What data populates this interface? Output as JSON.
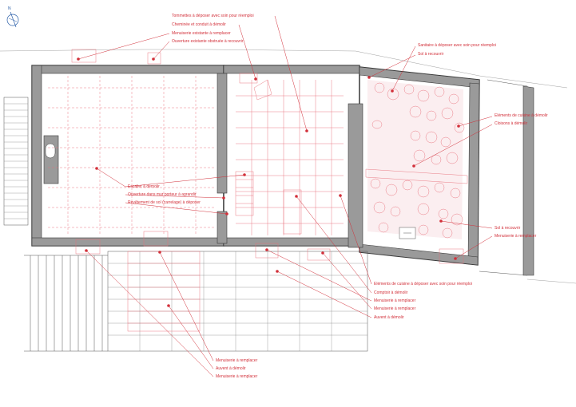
{
  "north": {
    "label": "N",
    "icon": "north-arrow-icon"
  },
  "annotations": {
    "top": [
      {
        "id": "tommettes",
        "text": "Tommettes à déposer avec soin pour réemploi"
      },
      {
        "id": "cheminee",
        "text": "Cheminée et conduit à démolir"
      },
      {
        "id": "menuiserie-existante",
        "text": "Menuiserie existante à remplacer"
      },
      {
        "id": "ouverture-existante",
        "text": "Ouverture existante obstruée à recouvrir"
      },
      {
        "id": "sanitaire",
        "text": "Sanitaire à déposer avec soin pour réemploi"
      },
      {
        "id": "sol-recouvrir-top",
        "text": "Sol à recouvrir"
      }
    ],
    "right": [
      {
        "id": "elements-cuisine-demolir",
        "text": "Eléments de cuisine à démolir"
      },
      {
        "id": "cloisons-demolir",
        "text": "Cloisons à démolir"
      },
      {
        "id": "sol-recouvrir-right",
        "text": "Sol à recouvrir"
      },
      {
        "id": "menuiserie-remplacer-right",
        "text": "Menuiserie à remplacer"
      }
    ],
    "left": [
      {
        "id": "escalier",
        "text": "Escalier à démolir"
      },
      {
        "id": "ouverture-mur-porteur",
        "text": "Ouverture dans mur porteur à agrandir"
      },
      {
        "id": "revetement-sol",
        "text": "Revêtement de sol (carrelage) à déposer"
      }
    ],
    "middle": [
      {
        "id": "elements-cuisine-deposer",
        "text": "Eléments de cuisine à déposer avec soin pour réemploi"
      },
      {
        "id": "comptoir",
        "text": "Comptoir à démolir"
      },
      {
        "id": "menuiserie-remplacer-m1",
        "text": "Menuiserie à remplacer"
      },
      {
        "id": "menuiserie-remplacer-m2",
        "text": "Menuiserie à remplacer"
      },
      {
        "id": "auvent-demolir-m",
        "text": "Auvent à démolir"
      }
    ],
    "bottom": [
      {
        "id": "menuiserie-remplacer-b1",
        "text": "Menuiserie à remplacer"
      },
      {
        "id": "auvent-demolir-b",
        "text": "Auvent à démolir"
      },
      {
        "id": "menuiserie-remplacer-b2",
        "text": "Menuiserie à remplacer"
      }
    ]
  }
}
